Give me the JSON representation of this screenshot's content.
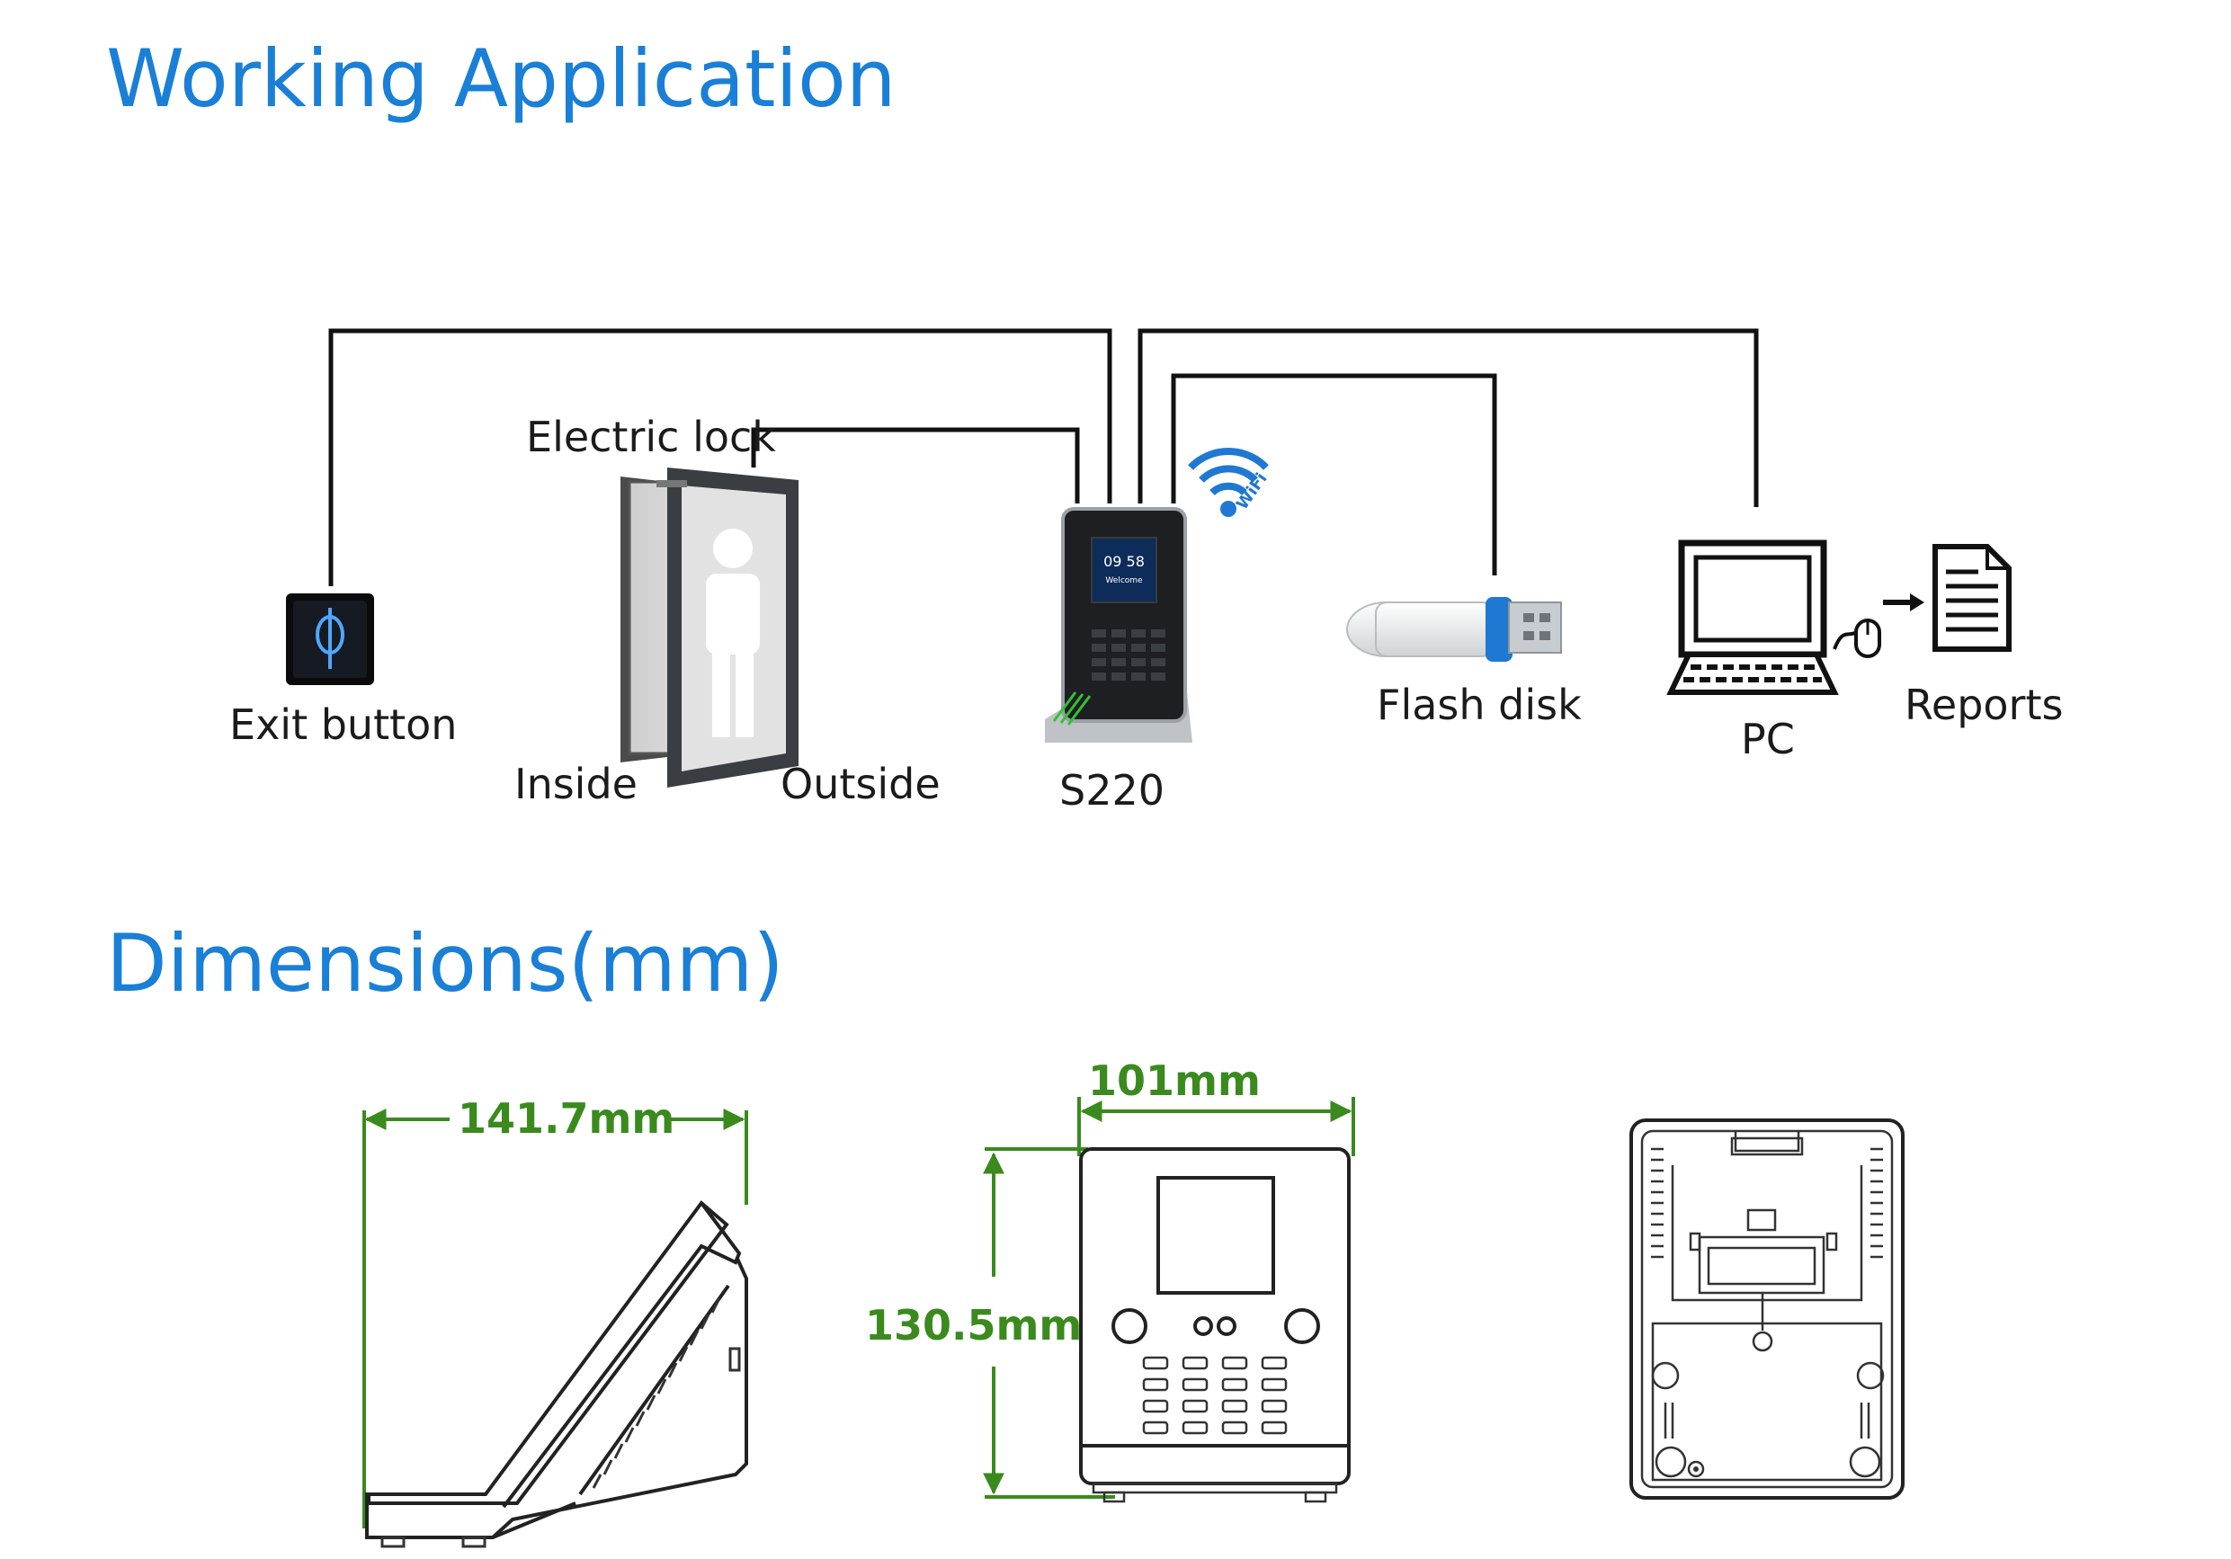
{
  "headings": {
    "working_application": "Working Application",
    "dimensions": "Dimensions(mm)"
  },
  "labels": {
    "exit_button": "Exit button",
    "electric_lock": "Electric lock",
    "inside": "Inside",
    "outside": "Outside",
    "device": "S220",
    "flash_disk": "Flash disk",
    "pc": "PC",
    "reports": "Reports",
    "wifi": "WiFi"
  },
  "screen": {
    "time": "09 58",
    "message": "Welcome"
  },
  "dimensions": {
    "depth": "141.7mm",
    "width": "101mm",
    "height": "130.5mm"
  },
  "colors": {
    "heading": "#1a7fd6",
    "dimension": "#3a8a1e",
    "wire": "#111111",
    "flash_disk_cap": "#1f78d1",
    "wifi": "#1f78d1"
  },
  "icons": [
    "exit-button-icon",
    "door-icon",
    "person-icon",
    "wifi-icon",
    "terminal-device-icon",
    "usb-flash-disk-icon",
    "computer-icon",
    "mouse-icon",
    "report-document-icon",
    "arrow-right-icon"
  ]
}
